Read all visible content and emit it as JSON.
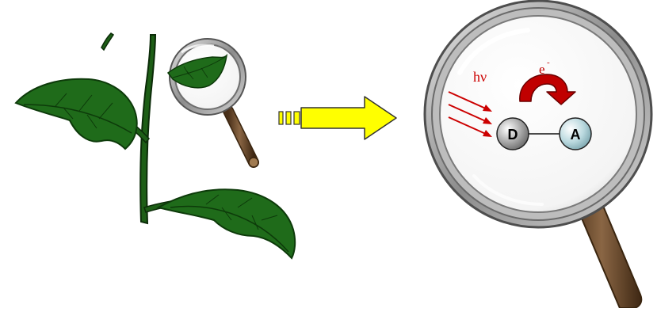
{
  "diagram": {
    "photon_label": "hν",
    "electron_label": "e",
    "electron_charge": "-",
    "donor_label": "D",
    "acceptor_label": "A"
  },
  "colors": {
    "leaf": "#1f6b1a",
    "leaf_dark": "#0d3a0a",
    "stem": "#1d5e16",
    "arrow_yellow": "#ffff00",
    "photon_red": "#cc0000",
    "electron_arrow": "#c00000",
    "handle_brown": "#6b4a2b",
    "lens_rim": "#9a9a9a"
  },
  "icons": {
    "left_magnifier": "magnifying-glass-icon",
    "right_magnifier": "magnifying-glass-icon",
    "transition_arrow": "right-arrow-icon"
  }
}
